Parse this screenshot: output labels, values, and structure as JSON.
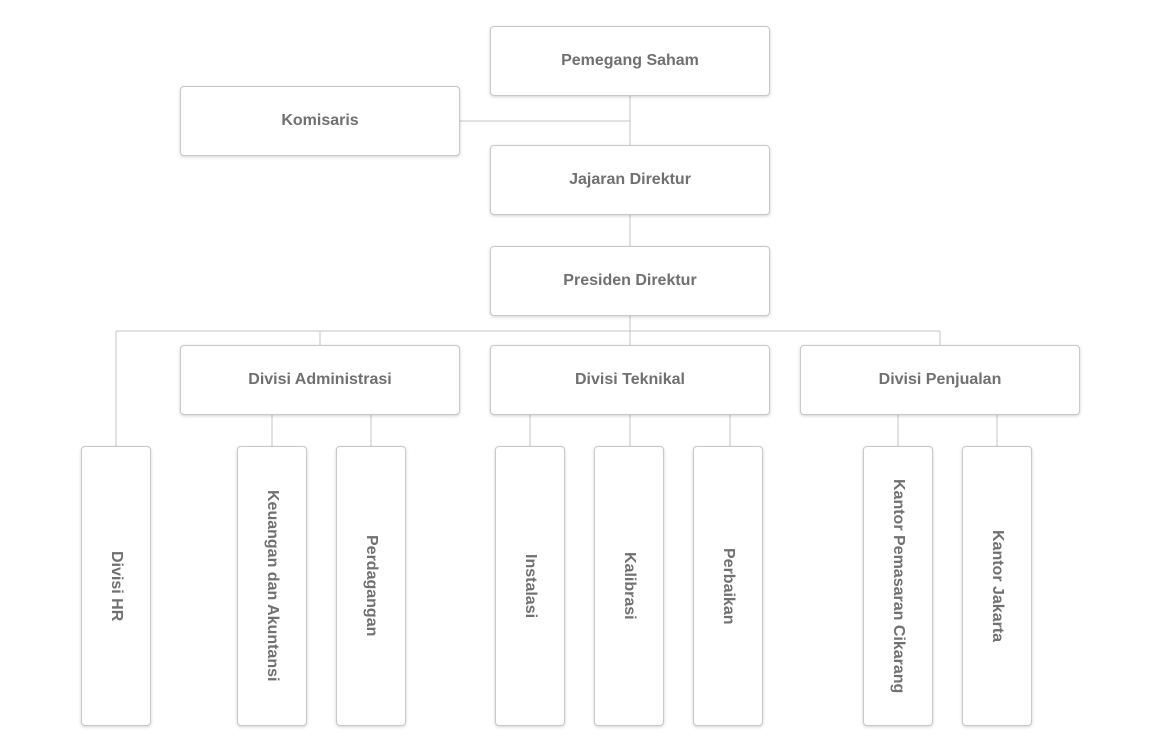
{
  "org_chart": {
    "pemegang_saham": "Pemegang Saham",
    "komisaris": "Komisaris",
    "jajaran_direktur": "Jajaran Direktur",
    "presiden_direktur": "Presiden Direktur",
    "divisi_administrasi": "Divisi Administrasi",
    "divisi_teknikal": "Divisi Teknikal",
    "divisi_penjualan": "Divisi Penjualan",
    "divisi_hr": "Divisi HR",
    "keuangan_dan_akuntansi": "Keuangan dan Akuntansi",
    "perdagangan": "Perdagangan",
    "instalasi": "Instalasi",
    "kalibrasi": "Kalibrasi",
    "perbaikan": "Perbaikan",
    "kantor_pemasaran_cikarang": "Kantor Pemasaran Cikarang",
    "kantor_jakarta": "Kantor Jakarta"
  },
  "colors": {
    "box_border": "#c8c8c8",
    "connector": "#c4c4c4",
    "text": "#707070"
  }
}
